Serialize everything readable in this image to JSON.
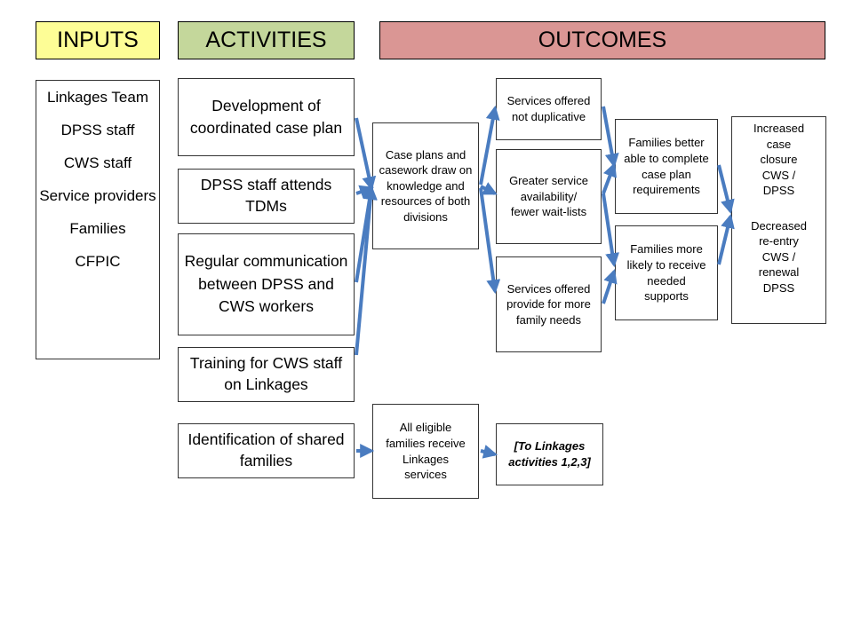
{
  "headers": {
    "inputs": "INPUTS",
    "activities": "ACTIVITIES",
    "outcomes": "OUTCOMES"
  },
  "colors": {
    "inputs_bg": "#fdfd96",
    "activities_bg": "#c4d79b",
    "outcomes_bg": "#da9694",
    "arrow": "#4a7cc0"
  },
  "inputs": [
    "Linkages Team",
    "DPSS staff",
    "CWS staff",
    "Service providers",
    "Families",
    "CFPIC"
  ],
  "activities": [
    "Development of coordinated case plan",
    "DPSS staff attends TDMs",
    "Regular communication between  DPSS and CWS workers",
    "Training for CWS staff on Linkages",
    "Identification of shared families"
  ],
  "outcomes": {
    "case_plans": "Case plans and casework draw on knowledge and resources of both divisions",
    "eligible": "All eligible families receive Linkages services",
    "not_duplicative": "Services offered not duplicative",
    "availability": "Greater service availability/ fewer wait-lists",
    "family_needs": "Services offered provide for more family needs",
    "to_linkages": "[To Linkages activities 1,2,3]",
    "better_able": "Families better able to complete case plan requirements",
    "more_likely": "Families more likely to receive needed supports",
    "closure": "Increased case closure CWS / DPSS",
    "reentry": "Decreased re-entry CWS / renewal DPSS"
  }
}
